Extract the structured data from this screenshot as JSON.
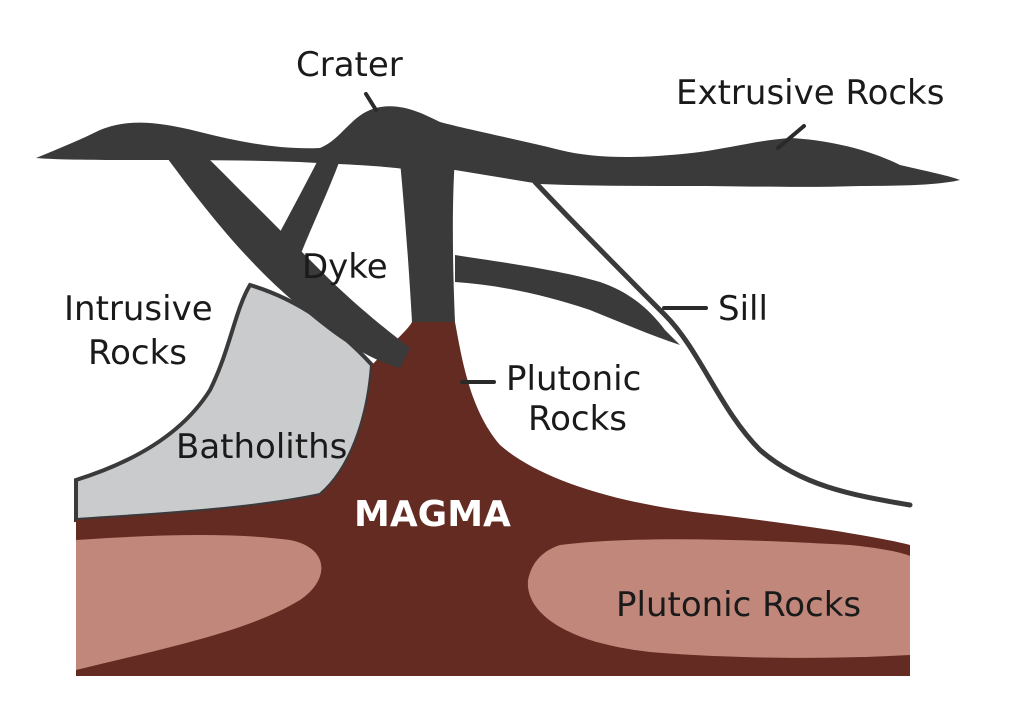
{
  "labels": {
    "crater": "Crater",
    "extrusive": "Extrusive Rocks",
    "dyke": "Dyke",
    "intrusive_line1": "Intrusive",
    "intrusive_line2": "Rocks",
    "sill": "Sill",
    "plutonic_mid_line1": "Plutonic",
    "plutonic_mid_line2": "Rocks",
    "batholiths": "Batholiths",
    "magma": "MAGMA",
    "plutonic_bottom": "Plutonic Rocks"
  },
  "colors": {
    "lava": "#3b3a3b",
    "magma": "#632b22",
    "plutonic": "#c0877a",
    "batholith": "#c9cbcd",
    "background": "#ffffff"
  }
}
